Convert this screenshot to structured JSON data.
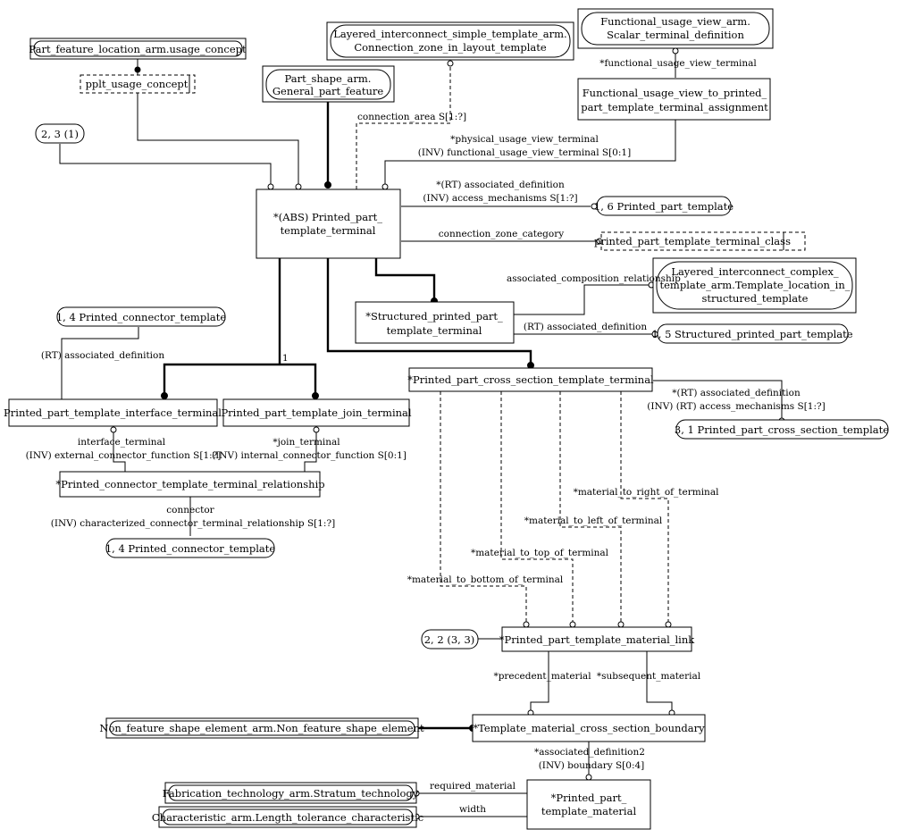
{
  "entities": {
    "pflarm_usage_concept": "Part_feature_location_arm.usage_concept",
    "pplt_usage_concept": "pplt_usage_concept",
    "part_shape_l1": "Part_shape_arm.",
    "part_shape_l2": "General_part_feature",
    "layered_simple_l1": "Layered_interconnect_simple_template_arm.",
    "layered_simple_l2": "Connection_zone_in_layout_template",
    "fuv_scalar_l1": "Functional_usage_view_arm.",
    "fuv_scalar_l2": "Scalar_terminal_definition",
    "fuv_assign_l1": "Functional_usage_view_to_printed_",
    "fuv_assign_l2": "part_template_terminal_assignment",
    "ref_2_3_1": "2, 3 (1)",
    "abs_terminal_l1": "*(ABS) Printed_part_",
    "abs_terminal_l2": "template_terminal",
    "ref_1_6": "1, 6 Printed_part_template",
    "terminal_class": "printed_part_template_terminal_class",
    "layered_complex_l1": "Layered_interconnect_complex_",
    "layered_complex_l2": "template_arm.Template_location_in_",
    "layered_complex_l3": "structured_template",
    "structured_l1": "*Structured_printed_part_",
    "structured_l2": "template_terminal",
    "ref_1_5": "1, 5 Structured_printed_part_template",
    "ref_1_4_a": "1, 4 Printed_connector_template",
    "interface_terminal": "Printed_part_template_interface_terminal",
    "join_terminal": "Printed_part_template_join_terminal",
    "cross_section_terminal": "*Printed_part_cross_section_template_terminal",
    "ref_3_1": "3, 1 Printed_part_cross_section_template",
    "connector_relationship": "*Printed_connector_template_terminal_relationship",
    "ref_1_4_b": "1, 4 Printed_connector_template",
    "ref_2_2_3_3": "2, 2 (3, 3)",
    "material_link": "*Printed_part_template_material_link",
    "non_feature": "Non_feature_shape_element_arm.Non_feature_shape_element",
    "boundary": "*Template_material_cross_section_boundary",
    "stratum_tech": "Fabrication_technology_arm.Stratum_technology",
    "length_tol": "Characteristic_arm.Length_tolerance_characteristic",
    "template_material_l1": "*Printed_part_",
    "template_material_l2": "template_material"
  },
  "labels": {
    "functional_usage_view_terminal": "*functional_usage_view_terminal",
    "connection_area": "connection_area S[1:?]",
    "physical_usage_view_terminal": "*physical_usage_view_terminal",
    "inv_functional_usage_view_terminal": "(INV) functional_usage_view_terminal S[0:1]",
    "rt_associated_definition": "*(RT) associated_definition",
    "inv_access_mechanisms": "(INV) access_mechanisms S[1:?]",
    "connection_zone_category": "connection_zone_category",
    "associated_composition_relationship": "associated_composition_relationship",
    "rt_associated_definition_structured": "(RT) associated_definition",
    "rt_associated_definition_connector": "(RT) associated_definition",
    "cardinality_one": "1",
    "rt_associated_definition_cross": "*(RT) associated_definition",
    "inv_rt_access_mechanisms": "(INV) (RT) access_mechanisms S[1:?]",
    "interface_terminal": "interface_terminal",
    "inv_external_connector_function": "(INV) external_connector_function S[1:?]",
    "join_terminal": "*join_terminal",
    "inv_internal_connector_function": "(INV) internal_connector_function S[0:1]",
    "connector": "connector",
    "inv_characterized_connector": "(INV) characterized_connector_terminal_relationship S[1:?]",
    "material_to_right": "*material_to_right_of_terminal",
    "material_to_left": "*material_to_left_of_terminal",
    "material_to_top": "*material_to_top_of_terminal",
    "material_to_bottom": "*material_to_bottom_of_terminal",
    "precedent_material": "*precedent_material",
    "subsequent_material": "*subsequent_material",
    "associated_definition2": "*associated_definition2",
    "inv_boundary": "(INV) boundary S[0:4]",
    "required_material": "required_material",
    "width": "width"
  }
}
